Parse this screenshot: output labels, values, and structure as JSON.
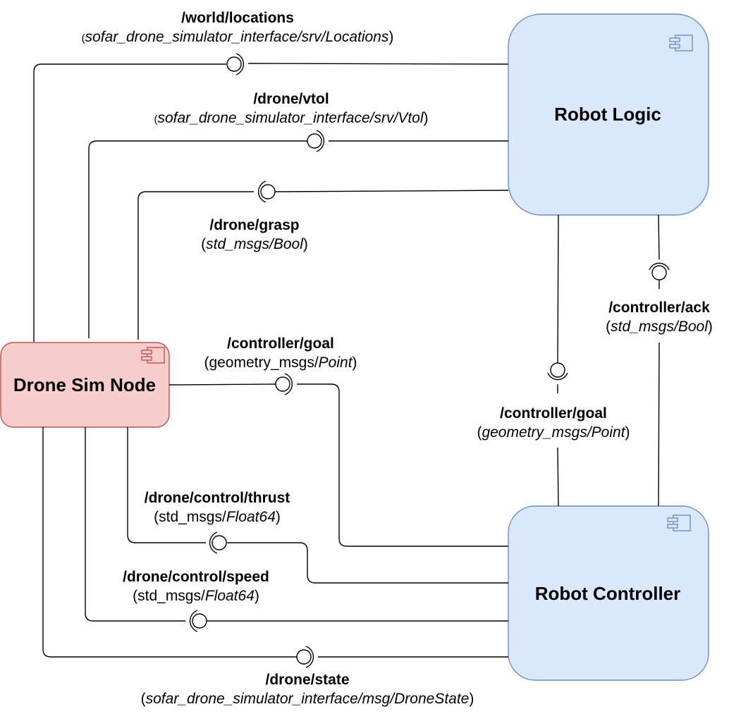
{
  "nodes": {
    "robot_logic": {
      "title": "Robot Logic",
      "fill": "#dae8fc",
      "stroke": "#6c8ebf"
    },
    "robot_controller": {
      "title": "Robot Controller",
      "fill": "#dae8fc",
      "stroke": "#6c8ebf"
    },
    "drone_sim_node": {
      "title": "Drone Sim Node",
      "fill": "#f8cecc",
      "stroke": "#b85450"
    }
  },
  "interfaces": {
    "world_locations": {
      "name": "/world/locations",
      "paren_open": "(",
      "type_pre": "",
      "type_italic": "sofar_drone_simulator_interface/srv/Locations",
      "paren_close": ")"
    },
    "drone_vtol": {
      "name": "/drone/vtol",
      "paren_open": "(",
      "type_pre": "",
      "type_italic": "sofar_drone_simulator_interface/srv/Vtol",
      "paren_close": ")"
    },
    "drone_grasp": {
      "name": "/drone/grasp",
      "paren_open": "(",
      "type_pre": "",
      "type_italic": "std_msgs/Bool",
      "paren_close": ")"
    },
    "controller_ack": {
      "name": "/controller/ack",
      "paren_open": "(",
      "type_pre": "",
      "type_italic": "std_msgs/Bool",
      "paren_close": ")"
    },
    "controller_goal_sim": {
      "name": "/controller/goal",
      "paren_open": "(",
      "type_pre": "geometry_msgs/",
      "type_italic": "Point",
      "paren_close": ")"
    },
    "controller_goal_logic": {
      "name": "/controller/goal",
      "paren_open": "(",
      "type_pre": "",
      "type_italic": "geometry_msgs/Point",
      "paren_close": ")"
    },
    "drone_control_thrust": {
      "name": "/drone/control/thrust",
      "paren_open": "(",
      "type_pre": "std_msgs/",
      "type_italic": "Float64",
      "paren_close": ")"
    },
    "drone_control_speed": {
      "name": "/drone/control/speed",
      "paren_open": "(",
      "type_pre": "std_msgs/",
      "type_italic": "Float64",
      "paren_close": ")"
    },
    "drone_state": {
      "name": "/drone/state",
      "paren_open": "(",
      "type_pre": "",
      "type_italic": "sofar_drone_simulator_interface/msg/DroneState",
      "paren_close": ")"
    }
  }
}
